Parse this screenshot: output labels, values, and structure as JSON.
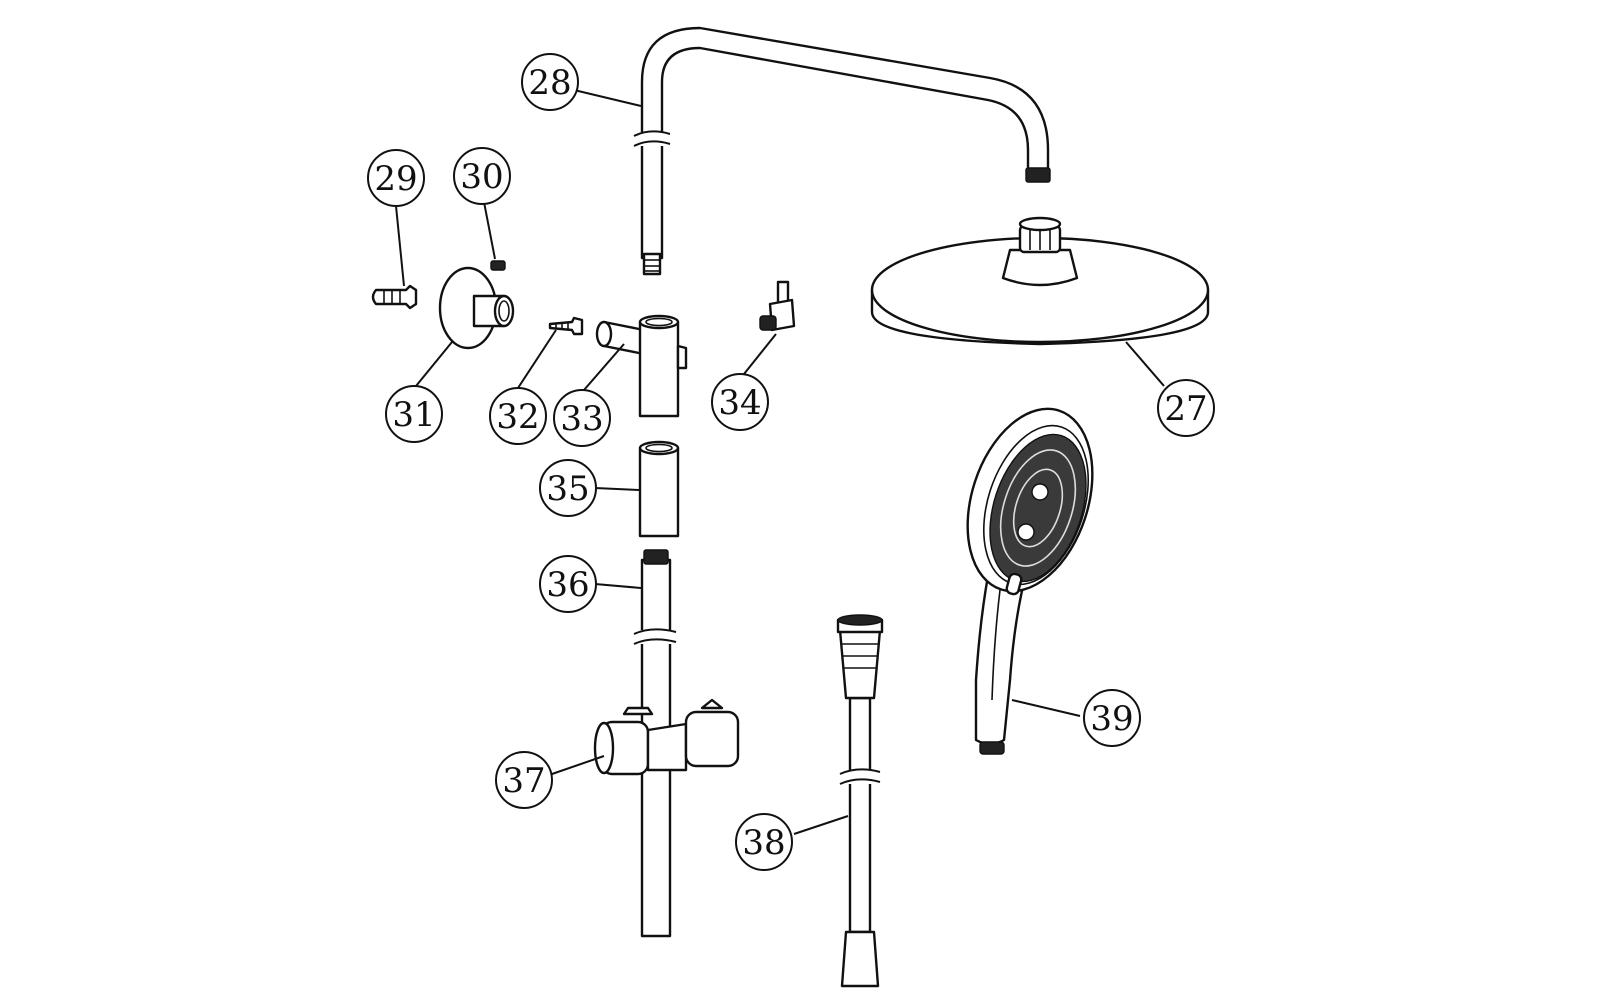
{
  "callouts": [
    {
      "id": "p27",
      "label": "27"
    },
    {
      "id": "p28",
      "label": "28"
    },
    {
      "id": "p29",
      "label": "29"
    },
    {
      "id": "p30",
      "label": "30"
    },
    {
      "id": "p31",
      "label": "31"
    },
    {
      "id": "p32",
      "label": "32"
    },
    {
      "id": "p33",
      "label": "33"
    },
    {
      "id": "p34",
      "label": "34"
    },
    {
      "id": "p35",
      "label": "35"
    },
    {
      "id": "p36",
      "label": "36"
    },
    {
      "id": "p37",
      "label": "37"
    },
    {
      "id": "p38",
      "label": "38"
    },
    {
      "id": "p39",
      "label": "39"
    }
  ]
}
